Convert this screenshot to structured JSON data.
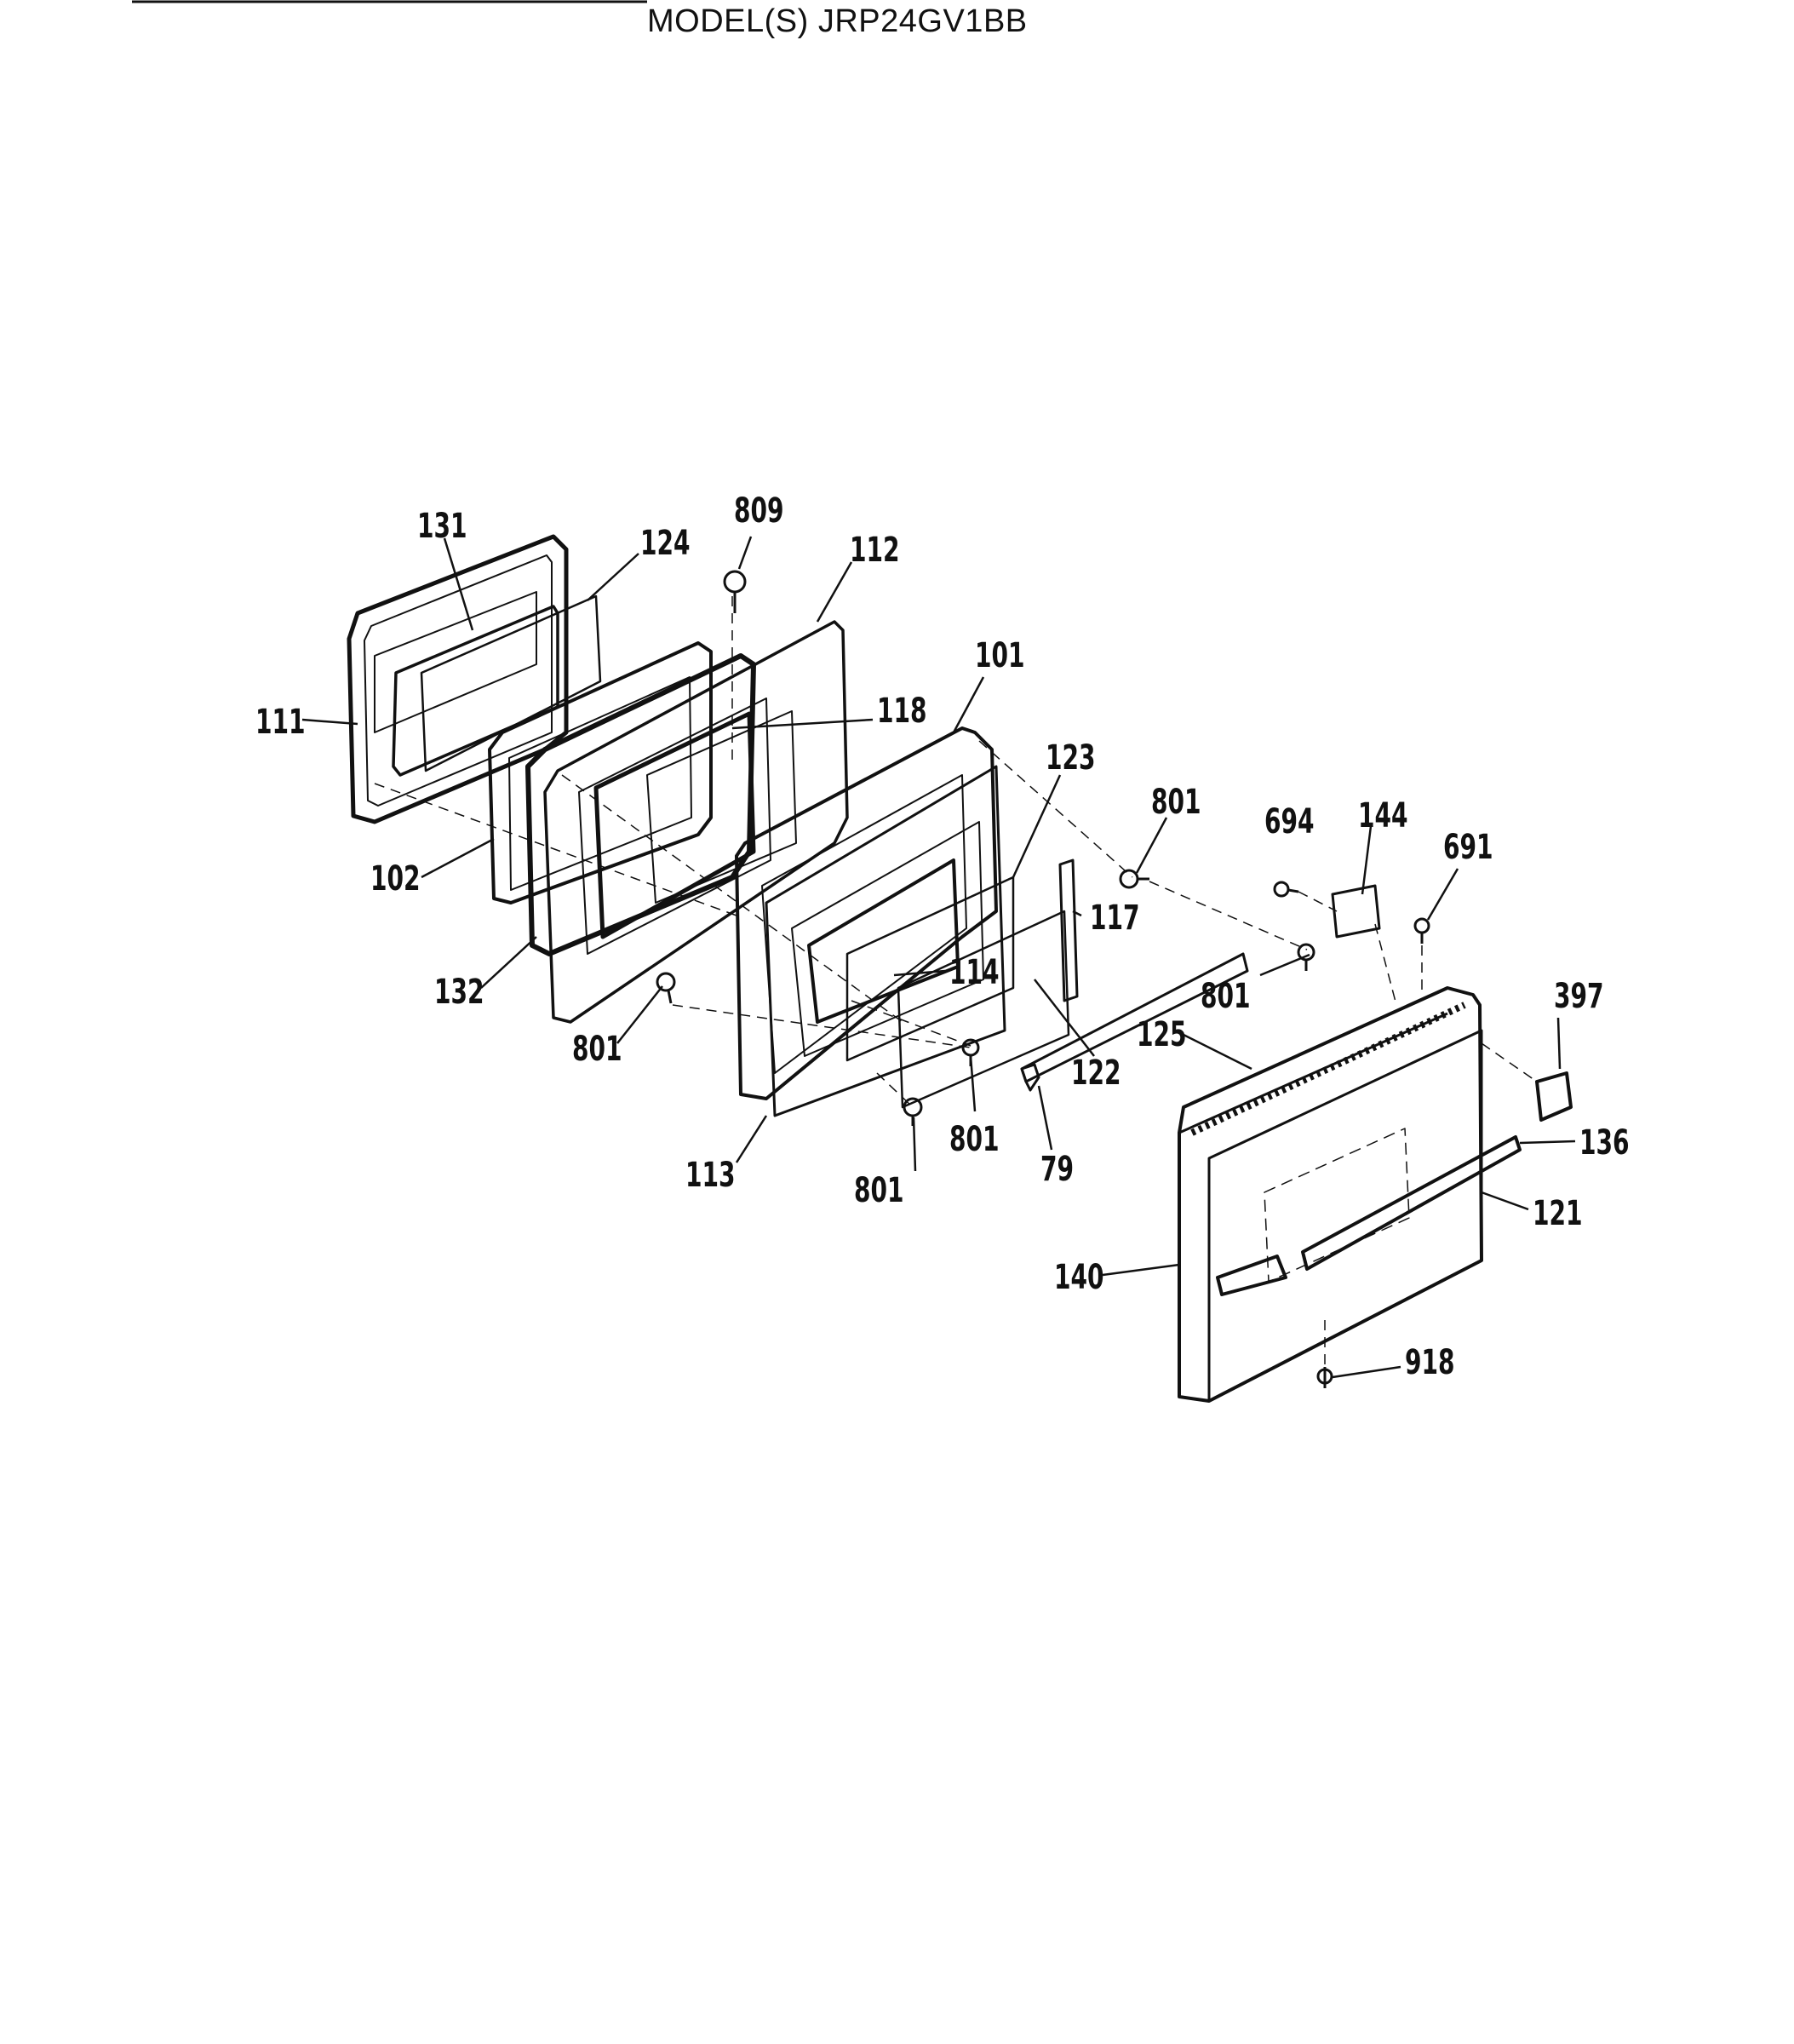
{
  "header": {
    "model": "MODEL(S) JRP24GV1BB"
  },
  "callouts": [
    {
      "id": "c131",
      "text": "131"
    },
    {
      "id": "c124",
      "text": "124"
    },
    {
      "id": "c809",
      "text": "809"
    },
    {
      "id": "c112",
      "text": "112"
    },
    {
      "id": "c101",
      "text": "101"
    },
    {
      "id": "c111",
      "text": "111"
    },
    {
      "id": "c118",
      "text": "118"
    },
    {
      "id": "c123",
      "text": "123"
    },
    {
      "id": "c801a",
      "text": "801"
    },
    {
      "id": "c694",
      "text": "694"
    },
    {
      "id": "c144",
      "text": "144"
    },
    {
      "id": "c691",
      "text": "691"
    },
    {
      "id": "c102",
      "text": "102"
    },
    {
      "id": "c117",
      "text": "117"
    },
    {
      "id": "c114",
      "text": "114"
    },
    {
      "id": "c132",
      "text": "132"
    },
    {
      "id": "c801b",
      "text": "801"
    },
    {
      "id": "c397",
      "text": "397"
    },
    {
      "id": "c801c",
      "text": "801"
    },
    {
      "id": "c125",
      "text": "125"
    },
    {
      "id": "c122",
      "text": "122"
    },
    {
      "id": "c801d",
      "text": "801"
    },
    {
      "id": "c136",
      "text": "136"
    },
    {
      "id": "c113",
      "text": "113"
    },
    {
      "id": "c79",
      "text": "79"
    },
    {
      "id": "c801e",
      "text": "801"
    },
    {
      "id": "c121",
      "text": "121"
    },
    {
      "id": "c140",
      "text": "140"
    },
    {
      "id": "c918",
      "text": "918"
    }
  ]
}
